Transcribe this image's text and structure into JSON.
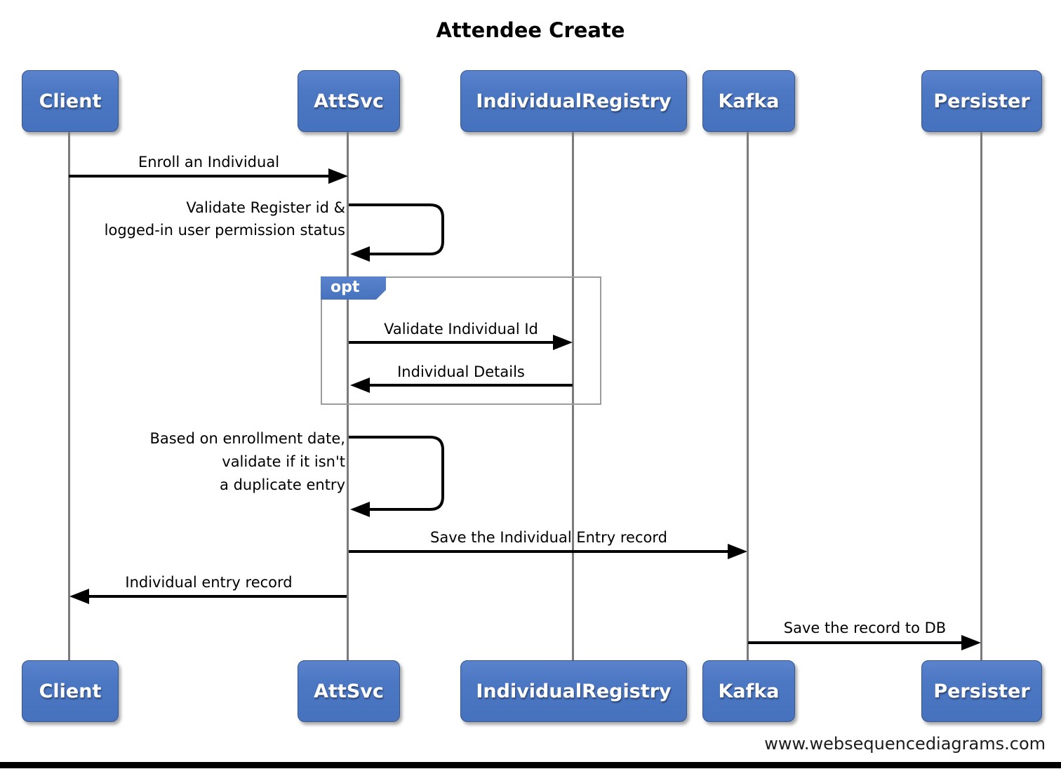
{
  "title": "Attendee Create",
  "watermark": "www.websequencediagrams.com",
  "diagram_type": "sequence",
  "participants": [
    {
      "label": "Client"
    },
    {
      "label": "AttSvc"
    },
    {
      "label": "IndividualRegistry"
    },
    {
      "label": "Kafka"
    },
    {
      "label": "Persister"
    }
  ],
  "fragment": {
    "type": "opt",
    "label": "opt"
  },
  "messages": [
    {
      "from": "Client",
      "to": "AttSvc",
      "label": "Enroll an Individual"
    },
    {
      "from": "AttSvc",
      "to": "AttSvc",
      "lines": [
        "Validate Register id &",
        "logged-in user permission status"
      ]
    },
    {
      "from": "AttSvc",
      "to": "IndividualRegistry",
      "label": "Validate Individual Id",
      "in_fragment": "opt"
    },
    {
      "from": "IndividualRegistry",
      "to": "AttSvc",
      "label": "Individual Details",
      "in_fragment": "opt"
    },
    {
      "from": "AttSvc",
      "to": "AttSvc",
      "lines": [
        "Based on enrollment date,",
        "validate if it isn't",
        "a duplicate entry"
      ]
    },
    {
      "from": "AttSvc",
      "to": "Kafka",
      "label": "Save the Individual Entry record"
    },
    {
      "from": "AttSvc",
      "to": "Client",
      "label": "Individual entry record"
    },
    {
      "from": "Kafka",
      "to": "Persister",
      "label": "Save the record to DB"
    }
  ],
  "colors": {
    "participant_fill": "#4c77c3",
    "participant_border": "#35568e",
    "participant_text": "#ffffff",
    "lifeline": "#7b7b7b",
    "arrow": "#000000",
    "frame_border": "#9c9c9c",
    "label_text": "#000000",
    "background": "#ffffff"
  }
}
